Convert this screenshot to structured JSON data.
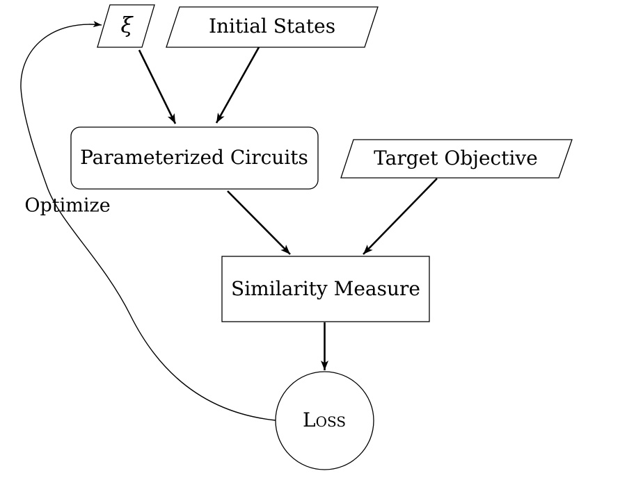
{
  "diagram": {
    "type": "flowchart",
    "background_color": "#ffffff",
    "stroke_color": "#000000",
    "text_color": "#000000",
    "nodes": [
      {
        "id": "xi",
        "label": "ξ",
        "shape": "parallelogram"
      },
      {
        "id": "initial-states",
        "label": "Initial States",
        "shape": "parallelogram"
      },
      {
        "id": "parameterized-circuits",
        "label": "Parameterized Circuits",
        "shape": "rounded-rectangle"
      },
      {
        "id": "target-objective",
        "label": "Target Objective",
        "shape": "parallelogram"
      },
      {
        "id": "similarity-measure",
        "label": "Similarity Measure",
        "shape": "rectangle"
      },
      {
        "id": "loss",
        "label": "Loss",
        "shape": "circle"
      }
    ],
    "edges": [
      {
        "from": "xi",
        "to": "parameterized-circuits",
        "label": ""
      },
      {
        "from": "initial-states",
        "to": "parameterized-circuits",
        "label": ""
      },
      {
        "from": "parameterized-circuits",
        "to": "similarity-measure",
        "label": ""
      },
      {
        "from": "target-objective",
        "to": "similarity-measure",
        "label": ""
      },
      {
        "from": "similarity-measure",
        "to": "loss",
        "label": ""
      },
      {
        "from": "loss",
        "to": "xi",
        "label": "Optimize",
        "style": "curved"
      }
    ]
  }
}
